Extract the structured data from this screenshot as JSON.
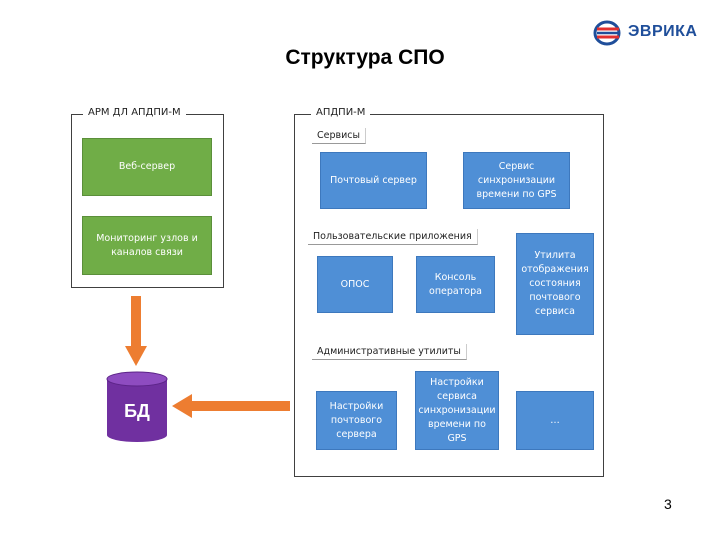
{
  "title": "Структура СПО",
  "logo": {
    "text": "ЭВРИКА",
    "icon": "evrika-logo-icon"
  },
  "page_number": "3",
  "arm": {
    "label": "АРМ ДЛ АПДПИ-М",
    "boxes": [
      "Веб-сервер",
      "Мониторинг узлов и каналов связи"
    ]
  },
  "apdpi": {
    "label": "АПДПИ-М",
    "services_label": "Сервисы",
    "services": [
      "Почтовый сервер",
      "Сервис синхронизации времени по GPS"
    ],
    "apps_label": "Пользовательские приложения",
    "apps": [
      "ОПОС",
      "Консоль оператора",
      "Утилита отображения состояния почтового сервиса"
    ],
    "admin_label": "Административные утилиты",
    "admin": [
      "Настройки почтового сервера",
      "Настройки сервиса синхронизации времени по GPS",
      "…"
    ]
  },
  "db": {
    "label": "БД"
  },
  "colors": {
    "green": "#70ad47",
    "blue": "#4f8fd6",
    "arrow": "#ed7d31",
    "db": "#7030a0"
  }
}
